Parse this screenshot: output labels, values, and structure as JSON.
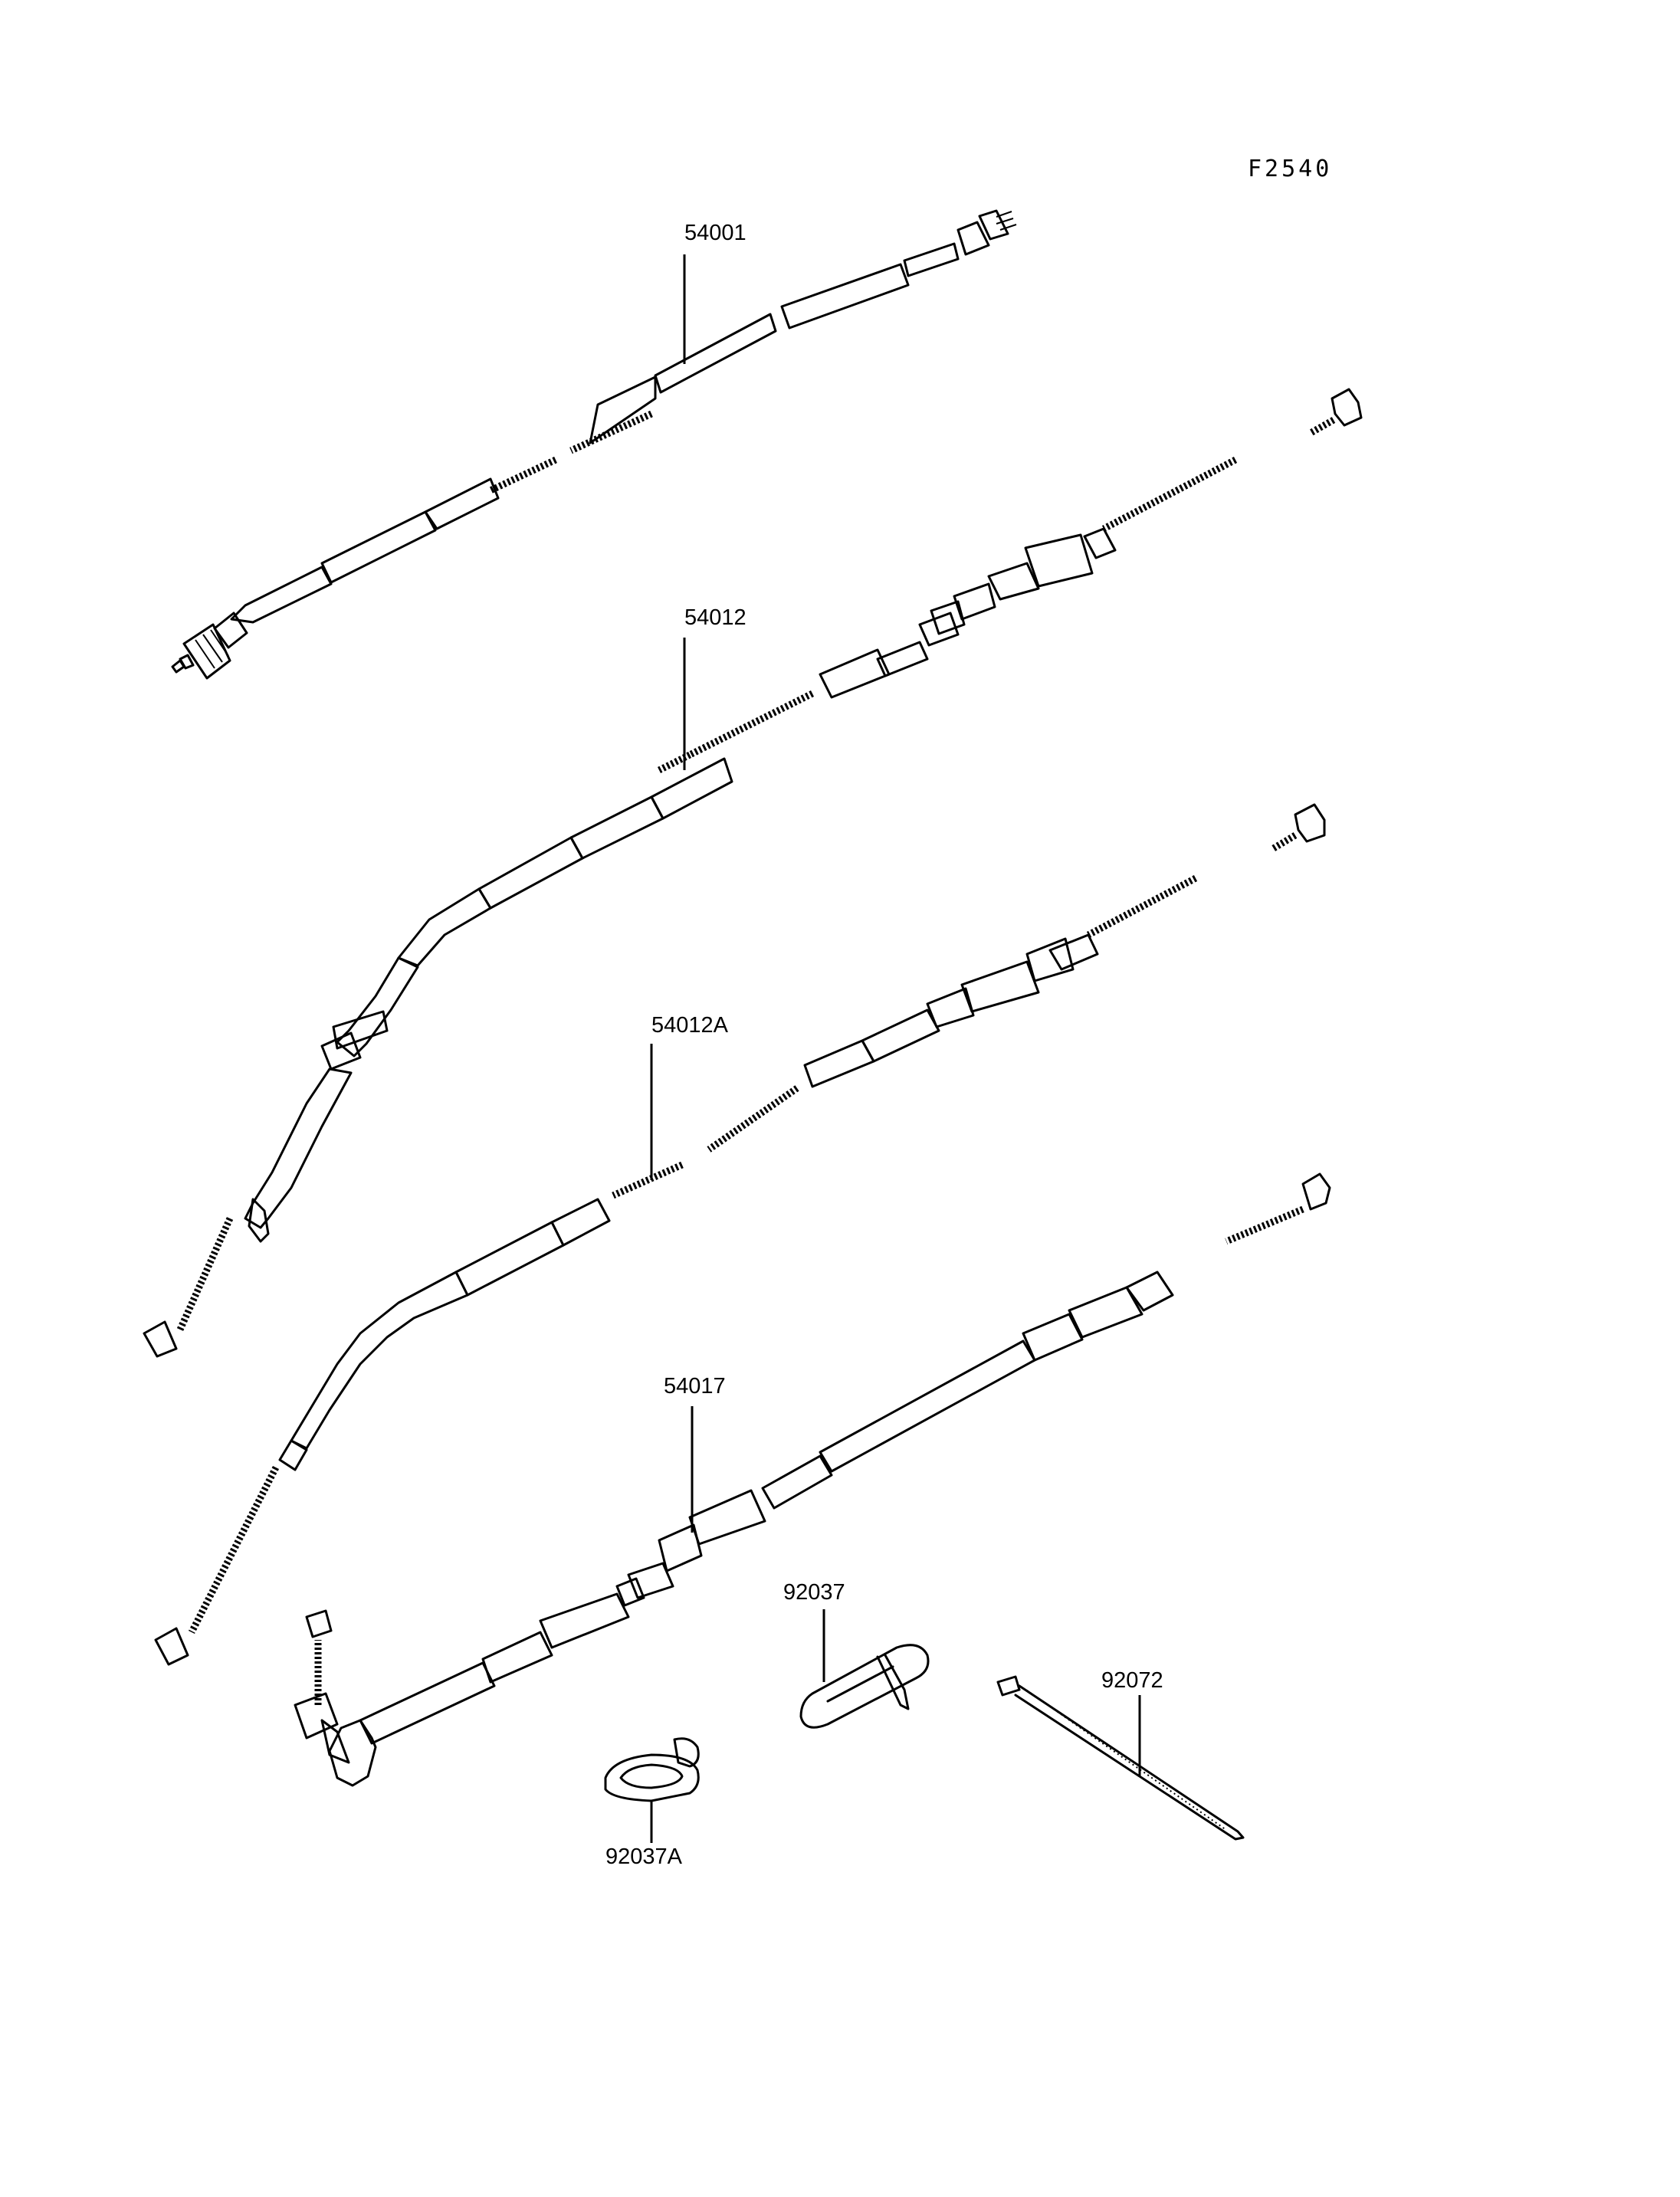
{
  "figure_code": "F2540",
  "parts": [
    {
      "id": "speedometer-cable",
      "number": "54001"
    },
    {
      "id": "throttle-cable",
      "number": "54012"
    },
    {
      "id": "throttle-cable-a",
      "number": "54012A"
    },
    {
      "id": "clutch-cable",
      "number": "54017"
    },
    {
      "id": "clamp",
      "number": "92037"
    },
    {
      "id": "clamp-a",
      "number": "92037A"
    },
    {
      "id": "band",
      "number": "92072"
    }
  ]
}
